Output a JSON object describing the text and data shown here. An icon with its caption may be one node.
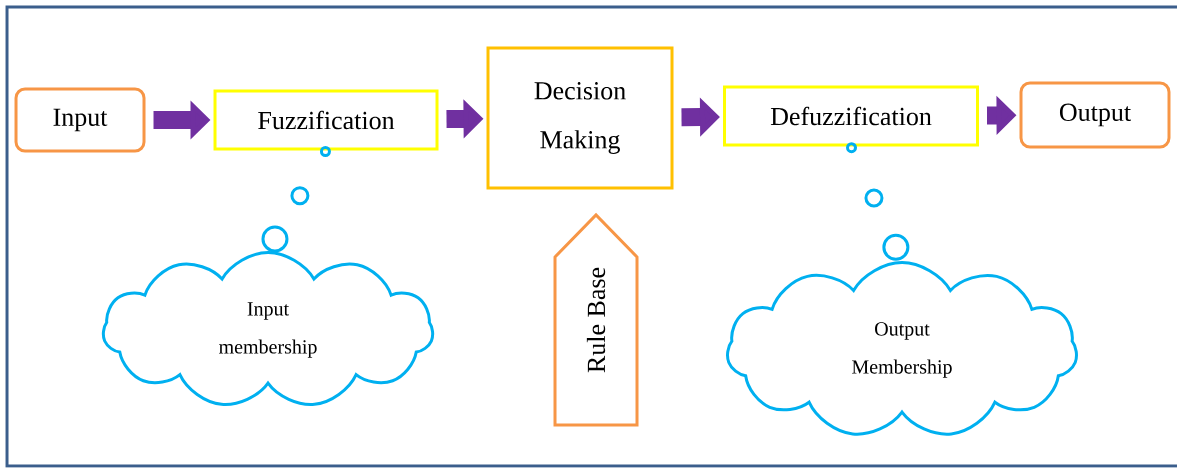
{
  "diagram": {
    "nodes": [
      {
        "text": [
          "Input"
        ]
      },
      {
        "text": [
          "Fuzzification"
        ]
      },
      {
        "text": [
          "Decision Making"
        ]
      },
      {
        "text": [
          "Defuzzification"
        ]
      },
      {
        "text": [
          "Output"
        ]
      },
      {
        "text": [
          "Input membership"
        ]
      },
      {
        "text": [
          "Rule Base"
        ]
      },
      {
        "text": [
          "Output Membership"
        ]
      }
    ],
    "edges": [
      {
        "from": 0,
        "to": 1,
        "arrow": "to"
      },
      {
        "from": 1,
        "to": 2,
        "arrow": "to"
      },
      {
        "from": 2,
        "to": 3,
        "arrow": "to"
      },
      {
        "from": 3,
        "to": 4,
        "arrow": "to"
      },
      {
        "from": 5,
        "to": 1,
        "arrow": "none",
        "color": "#00b0f0"
      },
      {
        "from": 7,
        "to": 3,
        "arrow": "none",
        "color": "#00b0f0"
      }
    ]
  }
}
